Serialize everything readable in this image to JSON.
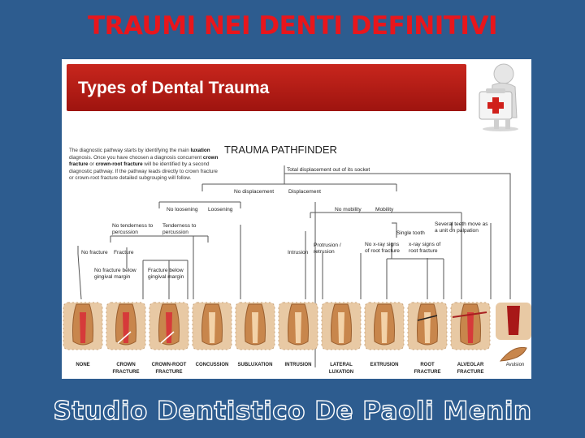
{
  "slide": {
    "title": "TRAUMI NEI DENTI DEFINITIVI",
    "footer": "Studio Dentistico De Paoli Menin"
  },
  "panel": {
    "banner_title": "Types of Dental Trauma",
    "pathfinder_title": "TRAUMA PATHFINDER",
    "intro": [
      {
        "t": "The diagnostic pathway starts by identifying the main ",
        "b": false
      },
      {
        "t": "luxation",
        "b": true
      },
      {
        "t": " diagnosis. Once you have choosen a diagnosis concurrent ",
        "b": false
      },
      {
        "t": "crown fracture",
        "b": true
      },
      {
        "t": " or ",
        "b": false
      },
      {
        "t": "crown-root fracture",
        "b": true
      },
      {
        "t": " will be identified by a second diagnostic pathway. If the pathway leads directly to crown fracture or crown-root fracture detailed subgrouping will follow.",
        "b": false
      }
    ]
  },
  "tree_labels": {
    "total_displacement": "Total displacement out of its socket",
    "no_displacement": "No displacement",
    "displacement": "Displacement",
    "no_loosening": "No loosening",
    "loosening": "Loosening",
    "no_mobility": "No mobility",
    "mobility": "Mobility",
    "no_tenderness": [
      "No tenderness to",
      "percussion"
    ],
    "tenderness": [
      "Tenderness to",
      "percussion"
    ],
    "several_teeth": [
      "Several teeth move as",
      "a unit on palpation"
    ],
    "single_tooth": "Single tooth",
    "no_fracture": "No fracture",
    "fracture": "Fracture",
    "intrusion_lbl": "Intrusion",
    "protrusion": [
      "Protrusion /",
      "retrusion"
    ],
    "no_xray": [
      "No x-ray signs",
      "of root fracture"
    ],
    "xray": [
      "x-ray signs of",
      "root fracture"
    ],
    "no_fracture_below": [
      "No fracture below",
      "gingival margin"
    ],
    "fracture_below": [
      "Fracture below",
      "gingival margin"
    ]
  },
  "teeth": [
    {
      "label": [
        "NONE"
      ]
    },
    {
      "label": [
        "CROWN",
        "FRACTURE"
      ]
    },
    {
      "label": [
        "CROWN-ROOT",
        "FRACTURE"
      ]
    },
    {
      "label": [
        "CONCUSSION"
      ]
    },
    {
      "label": [
        "SUBLUXATION"
      ]
    },
    {
      "label": [
        "INTRUSION"
      ]
    },
    {
      "label": [
        "LATERAL",
        "LUXATION"
      ]
    },
    {
      "label": [
        "EXTRUSION"
      ]
    },
    {
      "label": [
        "ROOT",
        "FRACTURE"
      ]
    },
    {
      "label": [
        "ALVEOLAR",
        "FRACTURE"
      ]
    },
    {
      "label": [
        "Avulsion"
      ]
    }
  ],
  "colors": {
    "slide_bg": "#2d5c8f",
    "title_red": "#e8161c",
    "banner_red": "#b81c16",
    "bone": "#e8c9a4",
    "tooth": "#c8864c",
    "pulp": "#d63a3a"
  },
  "icons": [
    "first-aid-figure-icon",
    "tooth-icon"
  ]
}
